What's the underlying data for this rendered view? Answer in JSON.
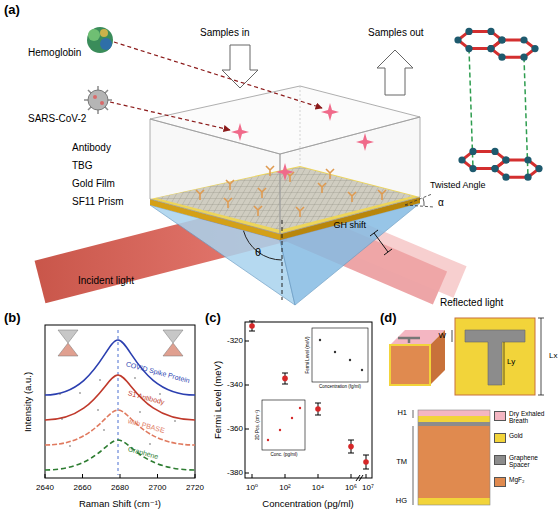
{
  "diagram": {
    "labels": [
      "(a)",
      "Hemoglobin",
      "SARS-CoV-2",
      "Samples in",
      "Samples out",
      "Antibody",
      "TBG",
      "Gold Film",
      "SF11 Prism",
      "Twisted Angle",
      "α",
      "θ",
      "GH shift",
      "Incident light",
      "Reflected light",
      "(b)",
      "Intensity (a.u.)",
      "Raman Shift (cm⁻¹)",
      "2640",
      "2660",
      "2680",
      "2700",
      "2720",
      "COVID Spike Protein",
      "S1 Antibody",
      "with PBASE",
      "Graphene",
      "(c)",
      "Fermi Level (meV)",
      "Concentration (pg/ml)",
      "-320",
      "-340",
      "-360",
      "-380",
      "10⁰",
      "10²",
      "10⁴",
      "10⁶",
      "10⁷",
      "Fermi Level (meV)",
      "Concentration (fg/ml)",
      "2D Pos. (cm⁻¹)",
      "Conc. (pg/ml)",
      "(d)",
      "W",
      "Ly",
      "Lx",
      "H1",
      "TM",
      "HG"
    ],
    "legend": [
      {
        "text": "Dry Exhaled Breath",
        "color": "#f4b6c2"
      },
      {
        "text": "Gold",
        "color": "#f2d43a"
      },
      {
        "text": "Graphene Spacer",
        "color": "#8c8c8c"
      },
      {
        "text": "MgF₂",
        "color": "#e08a4f"
      }
    ]
  }
}
